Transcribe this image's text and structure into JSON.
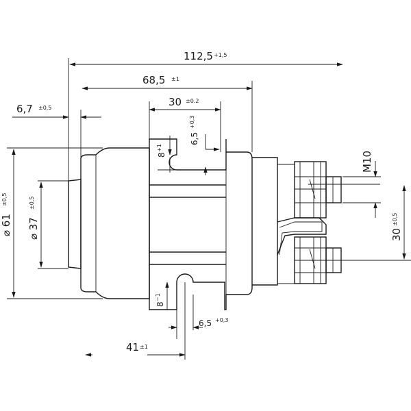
{
  "dimensions": {
    "overall_length": {
      "value": "112,5",
      "tol": "+1,5"
    },
    "body_length": {
      "value": "68,5",
      "tol": "±1"
    },
    "bracket_width": {
      "value": "30",
      "tol": "±0.2"
    },
    "left_step": {
      "value": "6,7",
      "tol": "±0,5"
    },
    "slot_width_top": {
      "value": "6,5",
      "tol": "+0,3"
    },
    "slot_depth_top": {
      "value": "8",
      "tol": "+1"
    },
    "outer_diameter": {
      "value": "⌀ 61",
      "tol": "±0,5"
    },
    "inner_diameter": {
      "value": "⌀ 37",
      "tol": "±0,5"
    },
    "thread": {
      "value": "M10"
    },
    "terminal_spacing": {
      "value": "30",
      "tol": "±0,5"
    },
    "slot_depth_bottom": {
      "value": "8",
      "tol": "−1"
    },
    "slot_width_bottom": {
      "value": "6,5",
      "tol": "+0,3"
    },
    "slot_offset": {
      "value": "41",
      "tol": "±1"
    }
  }
}
